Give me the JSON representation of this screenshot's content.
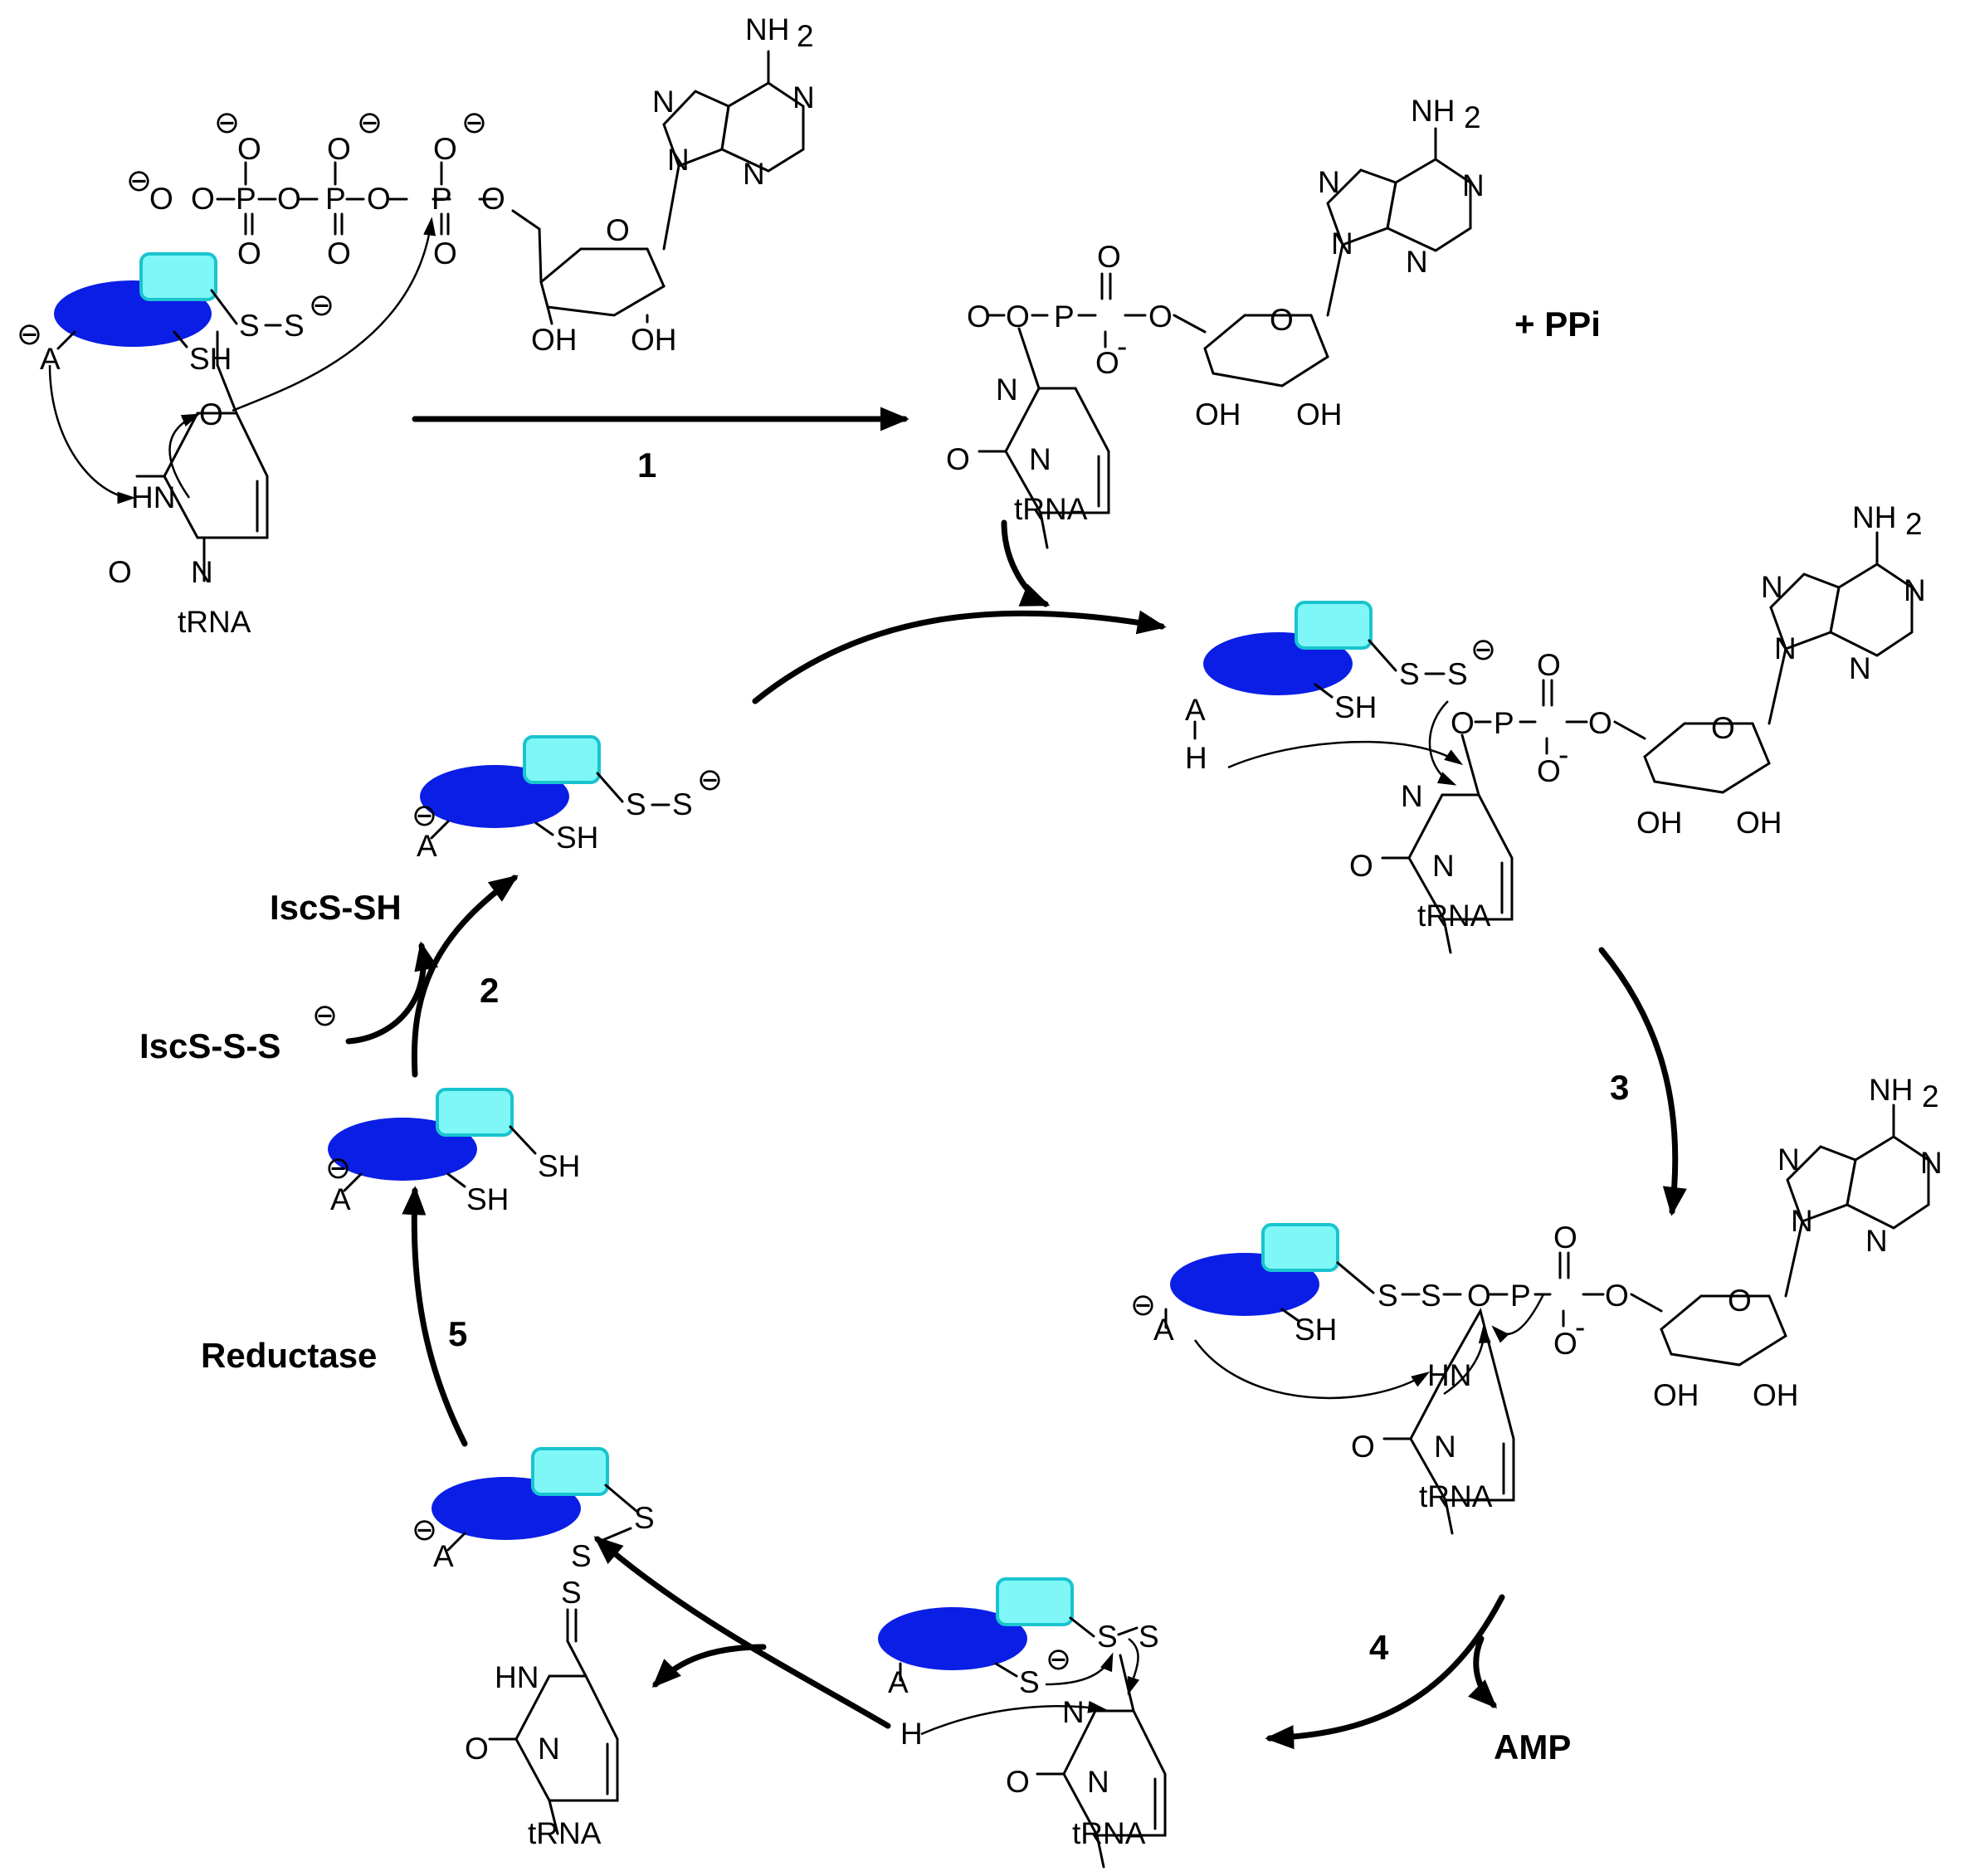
{
  "colors": {
    "enzyme_body": "#0a1ee6",
    "enzyme_domain": "#7ff7f7",
    "enzyme_domain_border": "#19c4cf",
    "ink": "#000000"
  },
  "labels": {
    "NH2": "NH",
    "sub2": "2",
    "N": "N",
    "O": "O",
    "P": "P",
    "OH": "OH",
    "SH": "SH",
    "S": "S",
    "A": "A",
    "H": "H",
    "HN": "HN",
    "tRNA": "tRNA",
    "O_minus": "O",
    "minus_sup": "-"
  },
  "steps": {
    "s1": "1",
    "s2": "2",
    "s3": "3",
    "s4": "4",
    "s5": "5"
  },
  "reagents": {
    "ppi": "+ PPi",
    "amp": "AMP",
    "iscs_sh": "IscS-SH",
    "iscs_sss": "IscS-S-S",
    "reductase": "Reductase"
  }
}
